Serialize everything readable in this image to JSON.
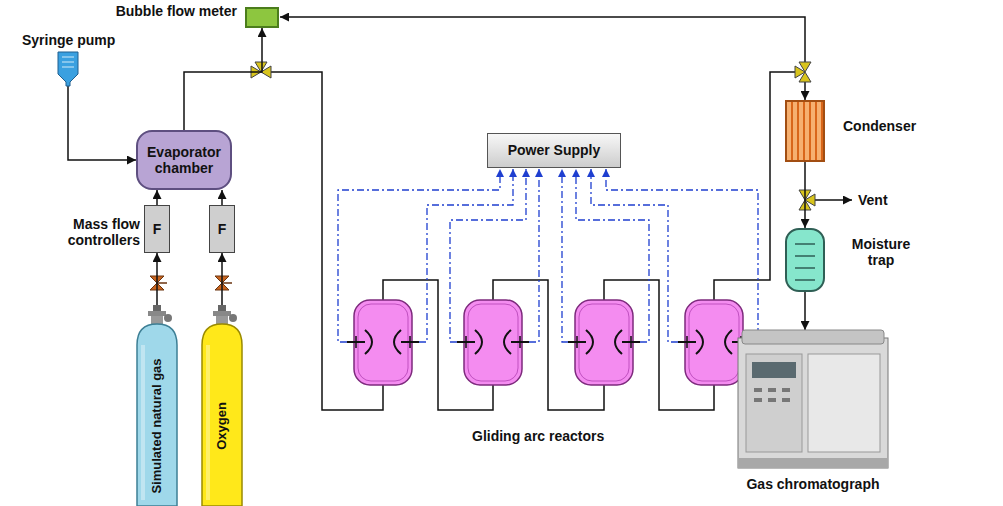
{
  "diagram": {
    "nodes": [
      {
        "text": [
          "Bubble flow meter"
        ]
      },
      {
        "text": [
          "Syringe pump"
        ]
      },
      {
        "text": [
          "Evaporator chamber"
        ]
      },
      {
        "text": [
          "F"
        ]
      },
      {
        "text": [
          "F"
        ]
      },
      {
        "text": [
          "Simulated natural gas"
        ]
      },
      {
        "text": [
          "Oxygen"
        ]
      },
      {
        "text": [
          "Power Supply"
        ]
      },
      {
        "text": [
          "Condenser"
        ]
      },
      {
        "text": [
          "Moisture trap"
        ]
      },
      {
        "text": [
          "Gas chromatograph"
        ]
      }
    ],
    "edges": [
      {
        "from": 1,
        "to": 2,
        "arrow": "to"
      },
      {
        "from": 3,
        "to": 2,
        "arrow": "to"
      },
      {
        "from": 4,
        "to": 2,
        "arrow": "to"
      },
      {
        "from": 5,
        "to": 3,
        "arrow": "to"
      },
      {
        "from": 6,
        "to": 4,
        "arrow": "to"
      },
      {
        "from": 2,
        "to": 0,
        "arrow": "to"
      },
      {
        "from": 8,
        "to": 9,
        "arrow": "to"
      },
      {
        "from": 9,
        "to": 10,
        "arrow": "to"
      }
    ],
    "labels": [
      "Mass flow controllers",
      "Vent",
      "Gliding arc reactors"
    ]
  }
}
